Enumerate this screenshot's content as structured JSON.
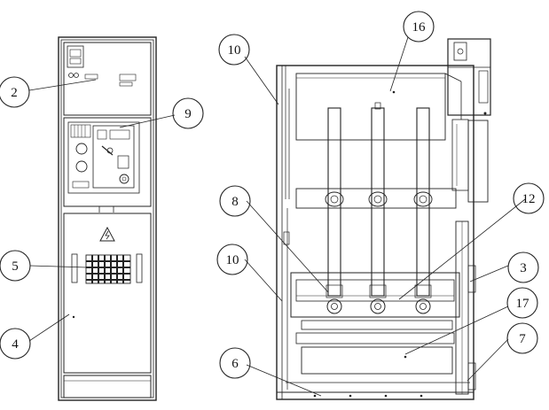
{
  "callouts": [
    {
      "id": "c2",
      "text": "2"
    },
    {
      "id": "c9",
      "text": "9"
    },
    {
      "id": "c5",
      "text": "5"
    },
    {
      "id": "c4",
      "text": "4"
    },
    {
      "id": "c10a",
      "text": "10"
    },
    {
      "id": "c16",
      "text": "16"
    },
    {
      "id": "c8",
      "text": "8"
    },
    {
      "id": "c12",
      "text": "12"
    },
    {
      "id": "c10b",
      "text": "10"
    },
    {
      "id": "c3",
      "text": "3"
    },
    {
      "id": "c17",
      "text": "17"
    },
    {
      "id": "c6",
      "text": "6"
    },
    {
      "id": "c7",
      "text": "7"
    }
  ]
}
